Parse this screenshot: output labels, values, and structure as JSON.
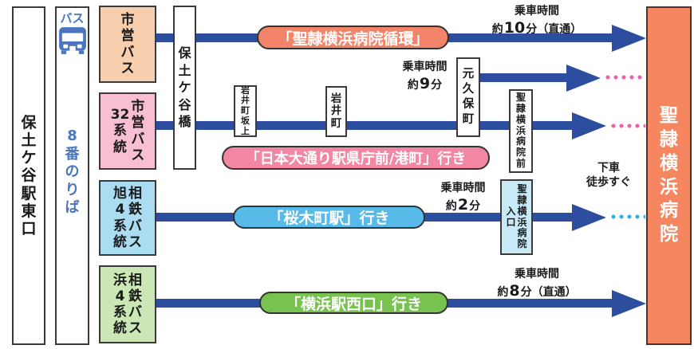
{
  "station": {
    "name": "保土ケ谷駅東口"
  },
  "platform": {
    "bus_caption": "バス",
    "name": "8番のりば"
  },
  "bridge_stop": {
    "name": "保土ケ谷橋"
  },
  "hospital": {
    "name": "聖隷横浜病院"
  },
  "walk_note": {
    "line1": "下車",
    "line2": "徒歩すぐ"
  },
  "route1": {
    "operator": {
      "line1": "市営バス"
    },
    "destination": "「聖隷横浜病院循環」",
    "time": {
      "title": "乗車時間",
      "prefix": "約",
      "value": "10",
      "suffix": "分（直通）"
    }
  },
  "route2": {
    "operator": {
      "line1": "市営バス",
      "line2": "32系統"
    },
    "destination": "「日本大通り駅県庁前/港町」行き",
    "time": {
      "title": "乗車時間",
      "prefix": "約",
      "value": "9",
      "suffix": "分"
    },
    "stops": {
      "iwaicho_sakaue": "岩井町坂上",
      "iwaicho": "岩井町",
      "motokubocho": "元久保町",
      "hospital_mae": "聖隷横浜病院前"
    }
  },
  "route3": {
    "operator": {
      "line1": "相鉄バス",
      "line2": "旭4系統"
    },
    "destination": "「桜木町駅」行き",
    "time": {
      "title": "乗車時間",
      "prefix": "約",
      "value": "2",
      "suffix": "分"
    },
    "stops": {
      "hospital_iriguchi": {
        "line1": "聖隷横浜病院",
        "line2": "入口"
      }
    }
  },
  "route4": {
    "operator": {
      "line1": "相鉄バス",
      "line2": "浜4系統"
    },
    "destination": "「横浜駅西口」行き",
    "time": {
      "title": "乗車時間",
      "prefix": "約",
      "value": "8",
      "suffix": "分（直通）"
    }
  },
  "colors": {
    "route_line_blue": "#2d4d9e",
    "blue_text": "#4b76be",
    "route1_box": "#f7cfae",
    "route2_box": "#f8bed4",
    "route3_box": "#aadcf2",
    "route4_box": "#cbe7b5",
    "route1_pill": "#f2846a",
    "route2_pill": "#f287a4",
    "route3_pill": "#57bae8",
    "route4_pill": "#78c350",
    "hospital_box": "#f5865f",
    "entrance_stop_box": "#c8eaf8",
    "walk_dots_pink": "#ef5fa7",
    "walk_dots_cyan": "#2fb3e8"
  }
}
